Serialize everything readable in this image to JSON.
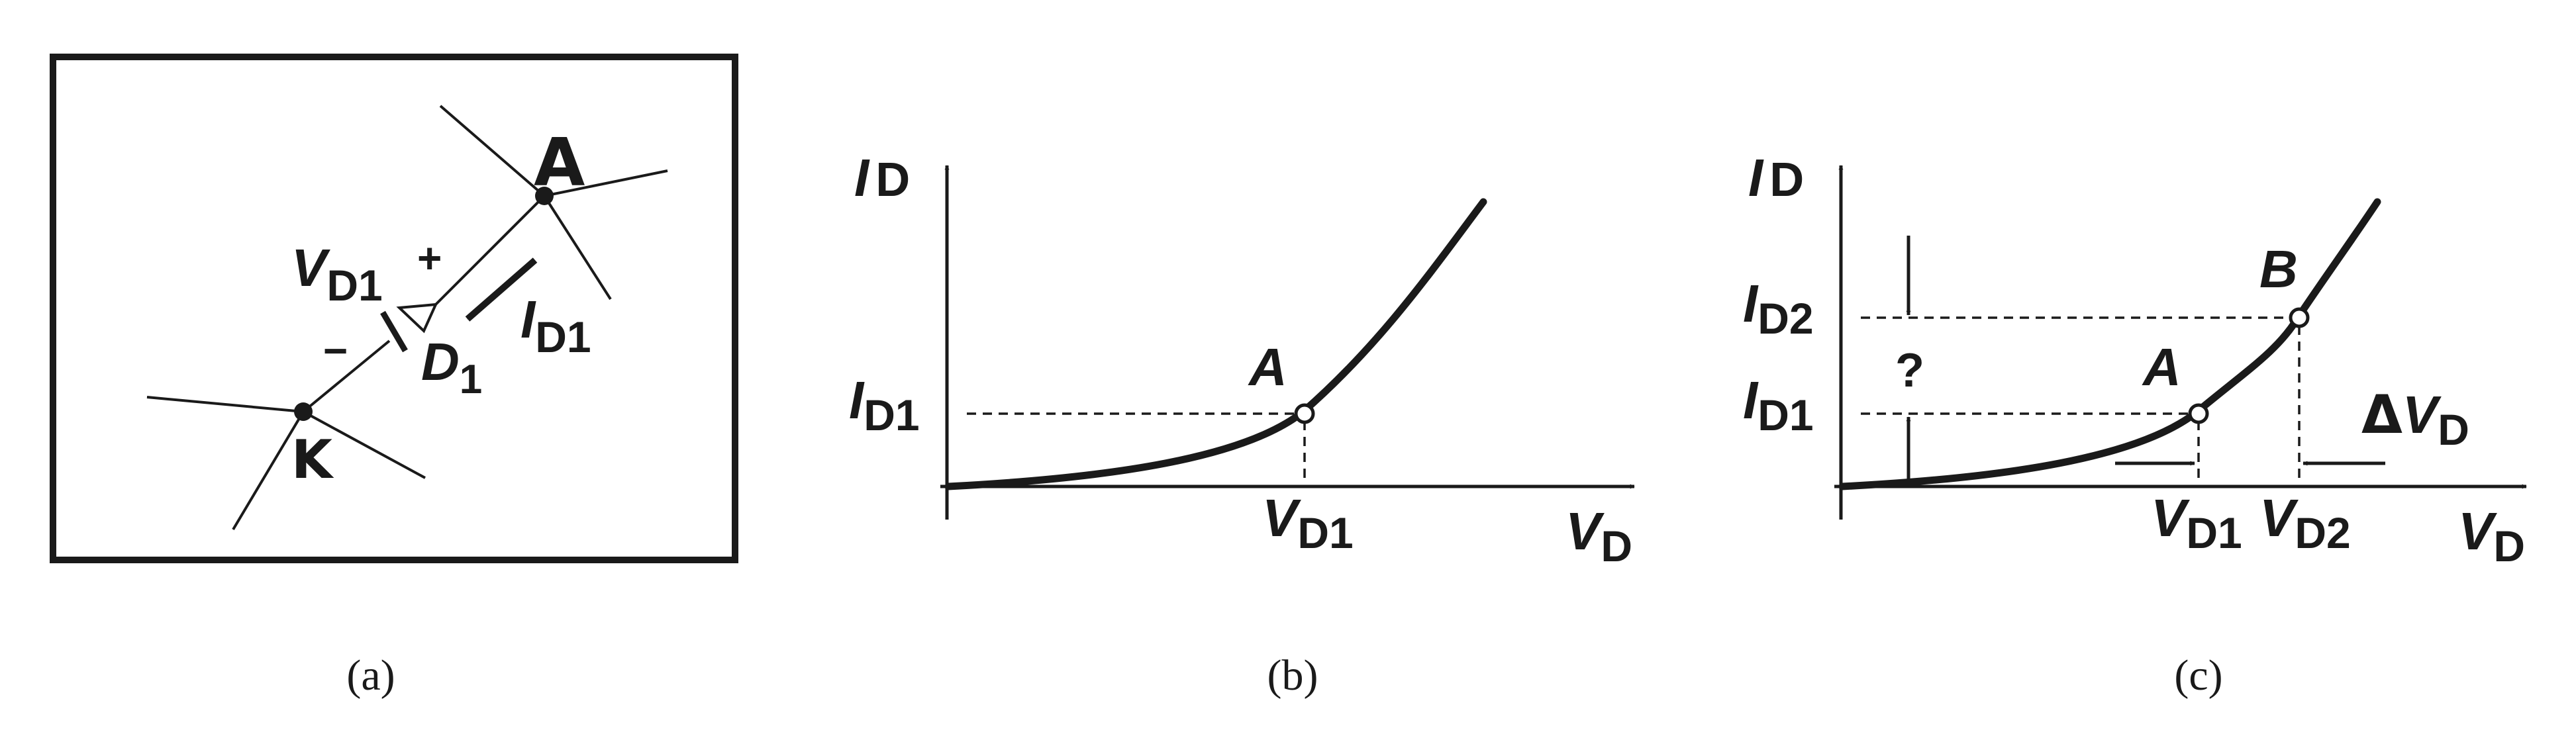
{
  "panel_a": {
    "caption": "(a)",
    "node_anode": "A",
    "node_cathode": "K",
    "voltage_label": {
      "main": "V",
      "sub": "D1"
    },
    "plus_sign": "+",
    "minus_sign": "−",
    "current_label": {
      "main": "I",
      "sub": "D1"
    },
    "diode_label": {
      "main": "D",
      "sub": "1"
    }
  },
  "panel_b": {
    "caption": "(b)",
    "y_axis_label": {
      "main": "I",
      "sub": "D"
    },
    "x_axis_label": {
      "main": "V",
      "sub": "D"
    },
    "point_label": "A",
    "y_tick_label": {
      "main": "I",
      "sub": "D1"
    },
    "x_tick_label": {
      "main": "V",
      "sub": "D1"
    }
  },
  "panel_c": {
    "caption": "(c)",
    "y_axis_label": {
      "main": "I",
      "sub": "D"
    },
    "x_axis_label": {
      "main": "V",
      "sub": "D"
    },
    "point_a_label": "A",
    "point_b_label": "B",
    "id1_label": {
      "main": "I",
      "sub": "D1"
    },
    "id2_label": {
      "main": "I",
      "sub": "D2"
    },
    "vd1_label": {
      "main": "V",
      "sub": "D1"
    },
    "vd2_label": {
      "main": "V",
      "sub": "D2"
    },
    "question_mark": "?",
    "delta_vd_label": {
      "delta": "Δ",
      "main": "V",
      "sub": "D"
    }
  }
}
